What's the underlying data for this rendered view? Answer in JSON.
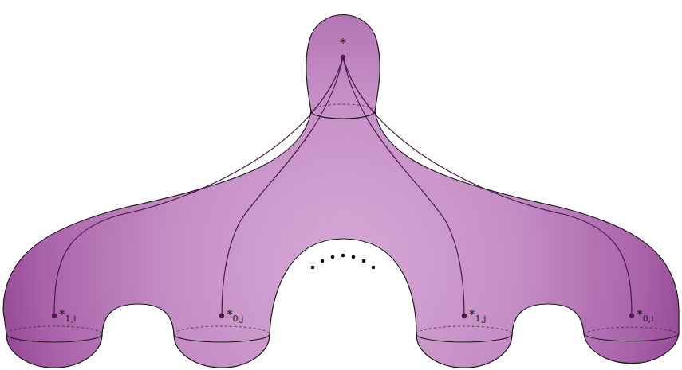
{
  "diagram": {
    "labels": [
      "*",
      "*1,i",
      "*0,j",
      "*1,j",
      "*0,i"
    ]
  }
}
